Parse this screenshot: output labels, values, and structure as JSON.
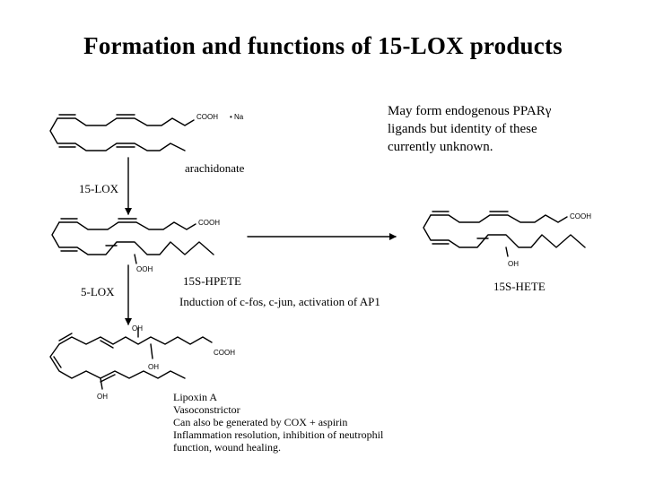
{
  "title": "Formation and functions of 15-LOX products",
  "ppar_note": [
    "May form endogenous PPARγ",
    "ligands but identity of these",
    "currently unknown."
  ],
  "labels": {
    "arachidonate": "arachidonate",
    "lox15": "15-LOX",
    "lox5": "5-LOX",
    "hpete": "15S-HPETE",
    "hete": "15S-HETE",
    "induction": "Induction of c-fos, c-jun, activation of AP1"
  },
  "groups": {
    "cooh": "COOH",
    "na": "• Na",
    "ooh": "OOH",
    "oh": "OH"
  },
  "lipoxin": [
    "Lipoxin A",
    "Vasoconstrictor",
    "Can also be generated by COX + aspirin",
    "Inflammation resolution, inhibition of neutrophil",
    "function, wound healing."
  ]
}
